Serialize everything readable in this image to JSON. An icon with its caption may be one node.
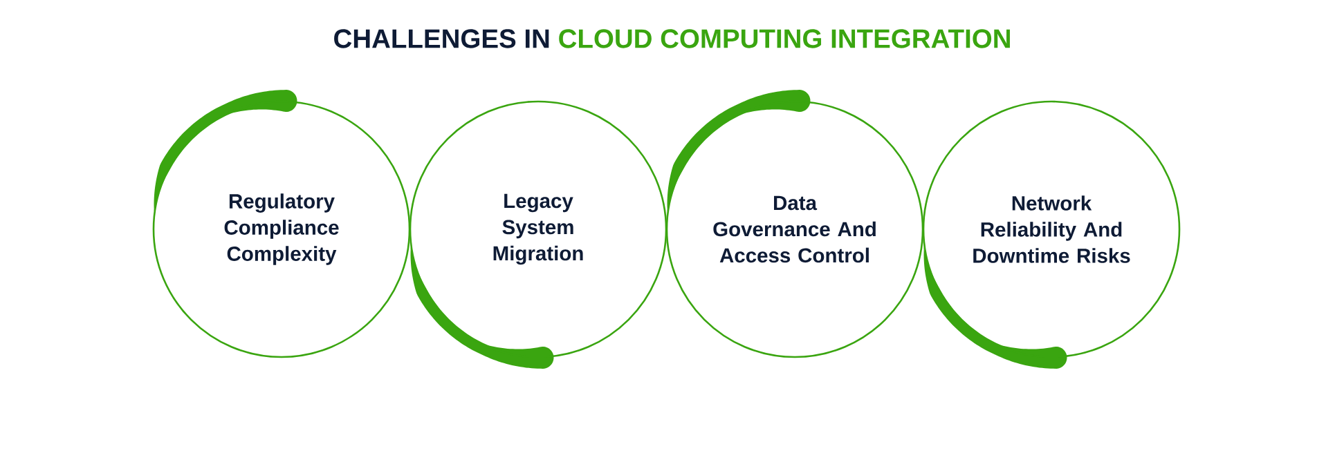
{
  "diagram": {
    "title": "CHALLENGES IN CLOUD COMPUTING INTEGRATION",
    "nodes": [
      {
        "text": [
          "Regulatory Compliance Complexity"
        ]
      },
      {
        "text": [
          "Legacy System Migration"
        ]
      },
      {
        "text": [
          "Data Governance And Access Control"
        ]
      },
      {
        "text": [
          "Network Reliability And Downtime Risks"
        ]
      }
    ]
  }
}
